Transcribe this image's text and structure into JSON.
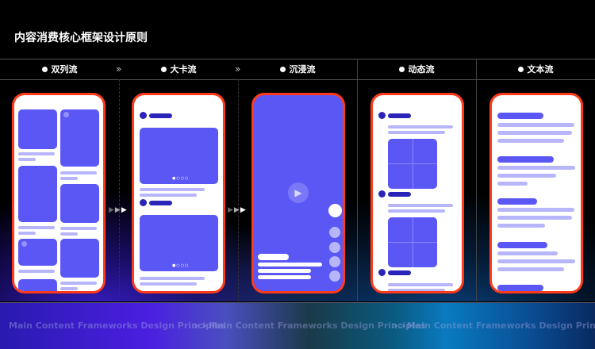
{
  "title": "内容消费核心框架设计原则",
  "columns": [
    {
      "label": "双列流"
    },
    {
      "label": "大卡流"
    },
    {
      "label": "沉浸流"
    },
    {
      "label": "动态流"
    },
    {
      "label": "文本流"
    }
  ],
  "separator": "»",
  "footer": {
    "text": "Main Content Frameworks Design Principles",
    "separator": ">>"
  },
  "colors": {
    "accent": "#5b57f5",
    "border": "#ff3a1a"
  }
}
